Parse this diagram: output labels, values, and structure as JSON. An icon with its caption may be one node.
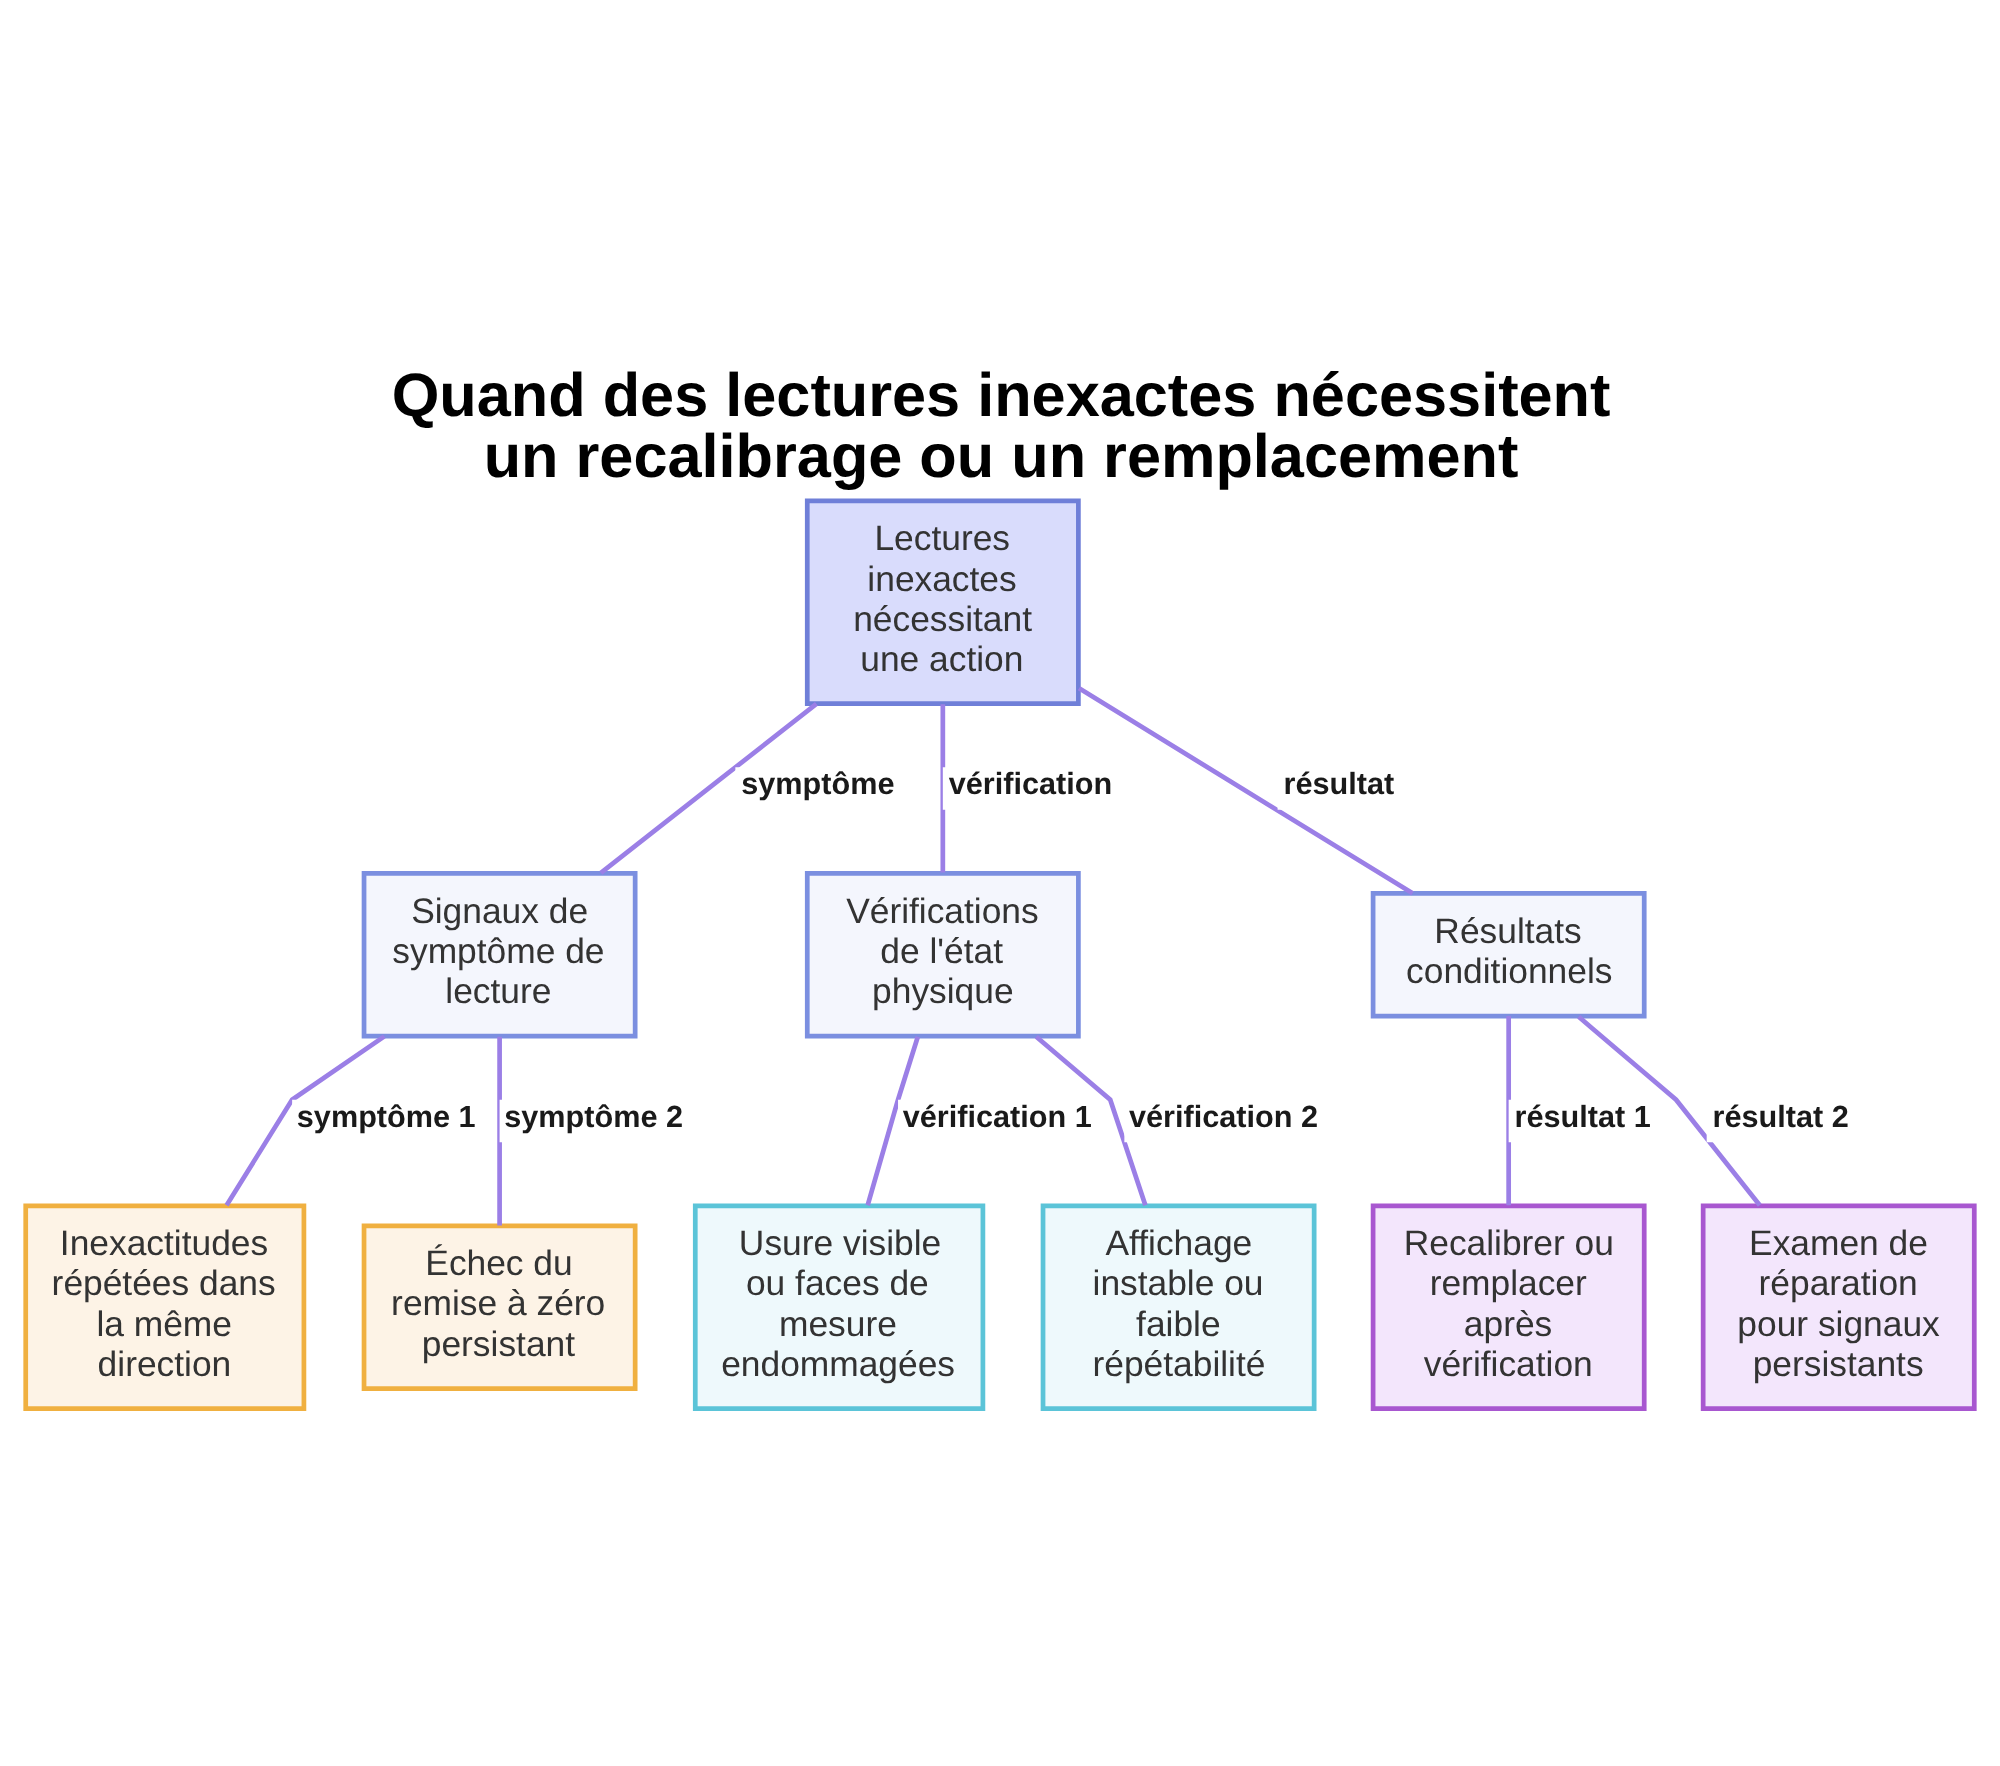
{
  "diagram": {
    "title": "Quand des lectures inexactes nécessitent un recalibrage ou un remplacement",
    "nodes": [
      {
        "text": [
          "Lectures inexactes nécessitant une action"
        ]
      },
      {
        "text": [
          "Signaux de symptôme de lecture"
        ]
      },
      {
        "text": [
          "Vérifications de l'état physique"
        ]
      },
      {
        "text": [
          "Résultats conditionnels"
        ]
      },
      {
        "text": [
          "Inexactitudes répétées dans la même direction"
        ]
      },
      {
        "text": [
          "Échec du remise à zéro persistant"
        ]
      },
      {
        "text": [
          "Usure visible ou faces de mesure endommagées"
        ]
      },
      {
        "text": [
          "Affichage instable ou faible répétabilité"
        ]
      },
      {
        "text": [
          "Recalibrer ou remplacer après vérification"
        ]
      },
      {
        "text": [
          "Examen de réparation pour signaux persistants"
        ]
      }
    ],
    "edges": [
      {
        "from": 0,
        "to": 1,
        "arrow": "none",
        "label": "symptôme"
      },
      {
        "from": 0,
        "to": 2,
        "arrow": "none",
        "label": "vérification"
      },
      {
        "from": 0,
        "to": 3,
        "arrow": "none",
        "label": "résultat"
      },
      {
        "from": 1,
        "to": 4,
        "arrow": "none",
        "label": "symptôme 1"
      },
      {
        "from": 1,
        "to": 5,
        "arrow": "none",
        "label": "symptôme 2"
      },
      {
        "from": 2,
        "to": 6,
        "arrow": "none",
        "label": "vérification 1"
      },
      {
        "from": 2,
        "to": 7,
        "arrow": "none",
        "label": "vérification 2"
      },
      {
        "from": 3,
        "to": 8,
        "arrow": "none",
        "label": "résultat 1"
      },
      {
        "from": 3,
        "to": 9,
        "arrow": "none",
        "label": "résultat 2"
      }
    ]
  }
}
